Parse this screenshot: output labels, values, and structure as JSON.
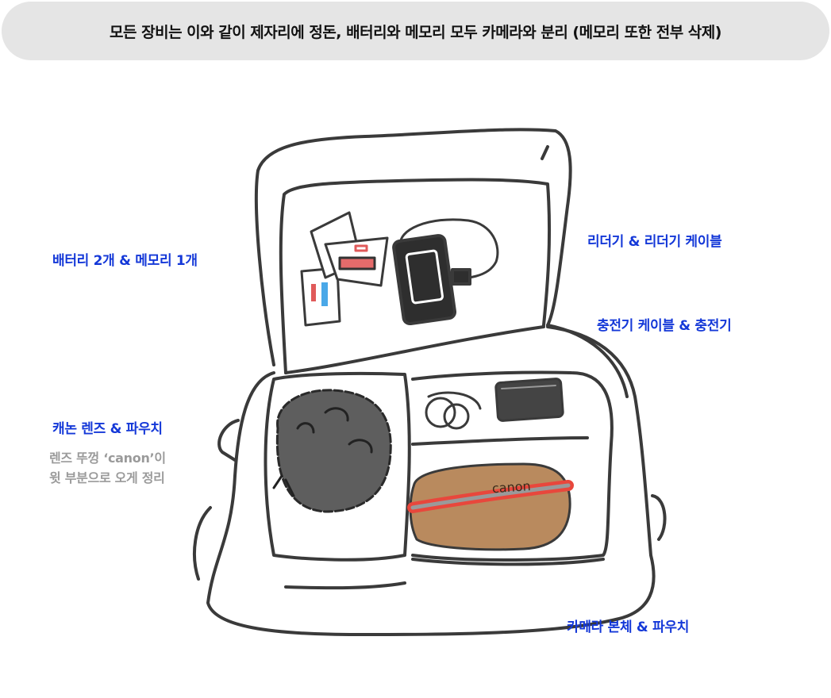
{
  "banner": {
    "text": "모든 장비는 이와 같이 제자리에 정돈, 배터리와 메모리 모두 카메라와 분리 (메모리 또한 전부 삭제)"
  },
  "labels": {
    "battery_memory": "배터리 2개 & 메모리 1개",
    "reader": "리더기 & 리더기 케이블",
    "charger": "충전기 케이블 & 충전기",
    "lens": "캐논 렌즈 & 파우치",
    "lens_note_1": "렌즈 뚜껑 ‘canon’이",
    "lens_note_2": "윗 부분으로 오게 정리",
    "camera": "카메라 본체 & 파우치"
  },
  "illustration": {
    "pouch_logo": "canon"
  },
  "colors": {
    "label": "#1438d8",
    "note": "#9a9a9a",
    "banner_bg": "#e5e5e5",
    "pouch": "#b98a5e",
    "stripe": "#e8473c"
  }
}
